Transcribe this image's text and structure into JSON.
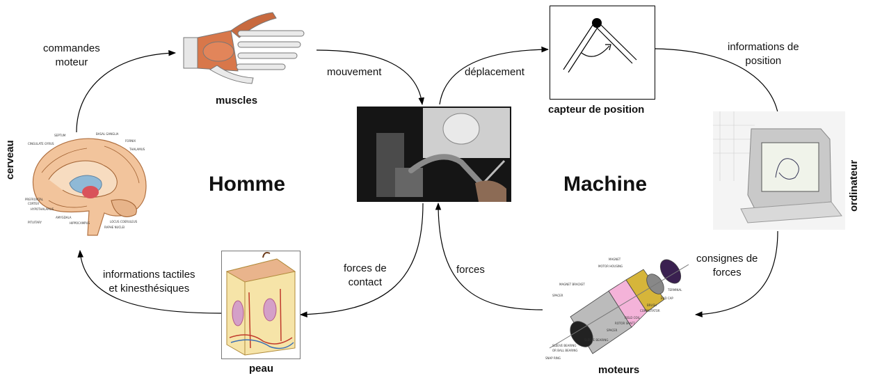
{
  "center_labels": {
    "human": "Homme",
    "machine": "Machine"
  },
  "component_labels": {
    "muscles": "muscles",
    "position_sensor": "capteur de position",
    "brain": "cerveau",
    "computer": "ordinateur",
    "skin": "peau",
    "motors": "moteurs"
  },
  "flow_labels": {
    "motor_commands": [
      "commandes",
      "moteur"
    ],
    "movement": "mouvement",
    "displacement": "déplacement",
    "position_info": [
      "informations de",
      "position"
    ],
    "force_setpoints": [
      "consignes de",
      "forces"
    ],
    "forces": "forces",
    "contact_forces": [
      "forces de",
      "contact"
    ],
    "tactile_info": [
      "informations tactiles",
      "et kinesthésiques"
    ]
  },
  "colors": {
    "arrow": "#000000",
    "text": "#111111"
  },
  "icons": [
    "hand-muscles-illustration",
    "brain-anatomy-illustration",
    "haptic-device-photo",
    "position-sensor-schematic",
    "computer-monitor-photo",
    "skin-cross-section-illustration",
    "exploded-motor-illustration"
  ]
}
